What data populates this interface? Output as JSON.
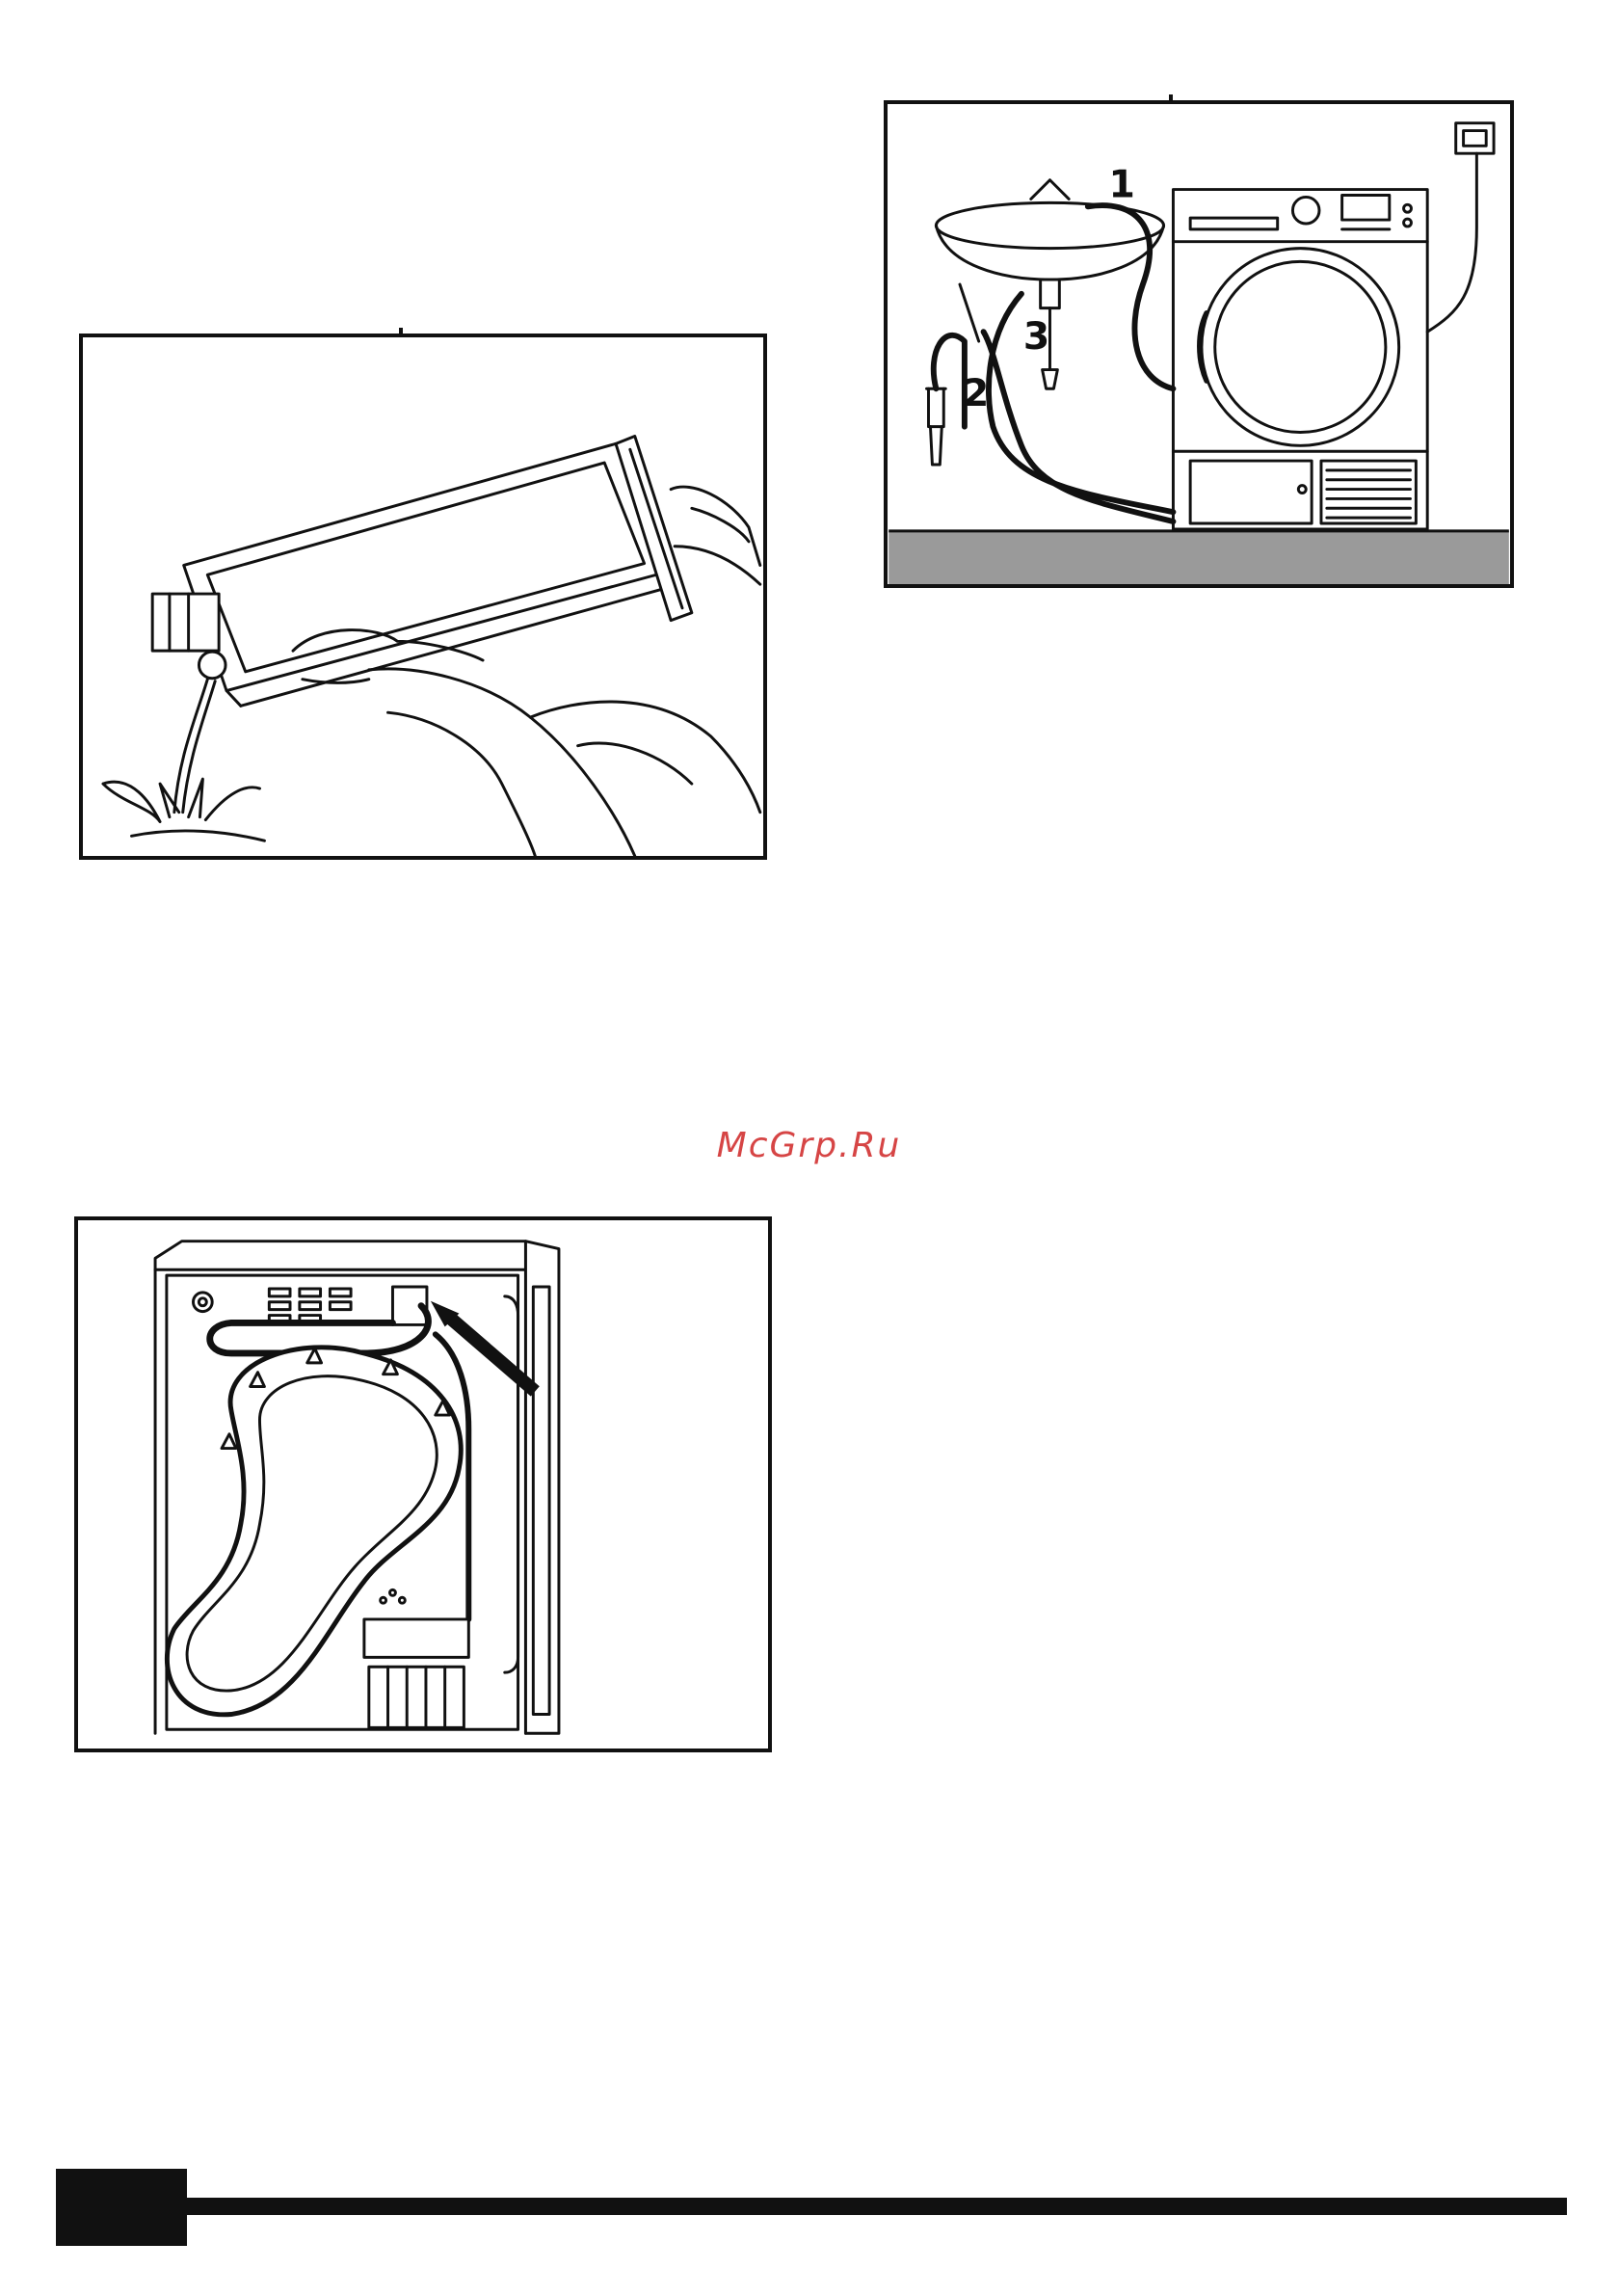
{
  "watermark": {
    "text": "McGrp.Ru",
    "color": "#d64545"
  },
  "figures": {
    "tank": {
      "icon": "water-tank-emptying-illustration"
    },
    "drain": {
      "icon": "drain-hose-connection-illustration",
      "callouts": [
        "1",
        "2",
        "3"
      ]
    },
    "back": {
      "icon": "dryer-back-panel-hose-illustration"
    }
  },
  "footer": {
    "badge_color": "#111111"
  }
}
